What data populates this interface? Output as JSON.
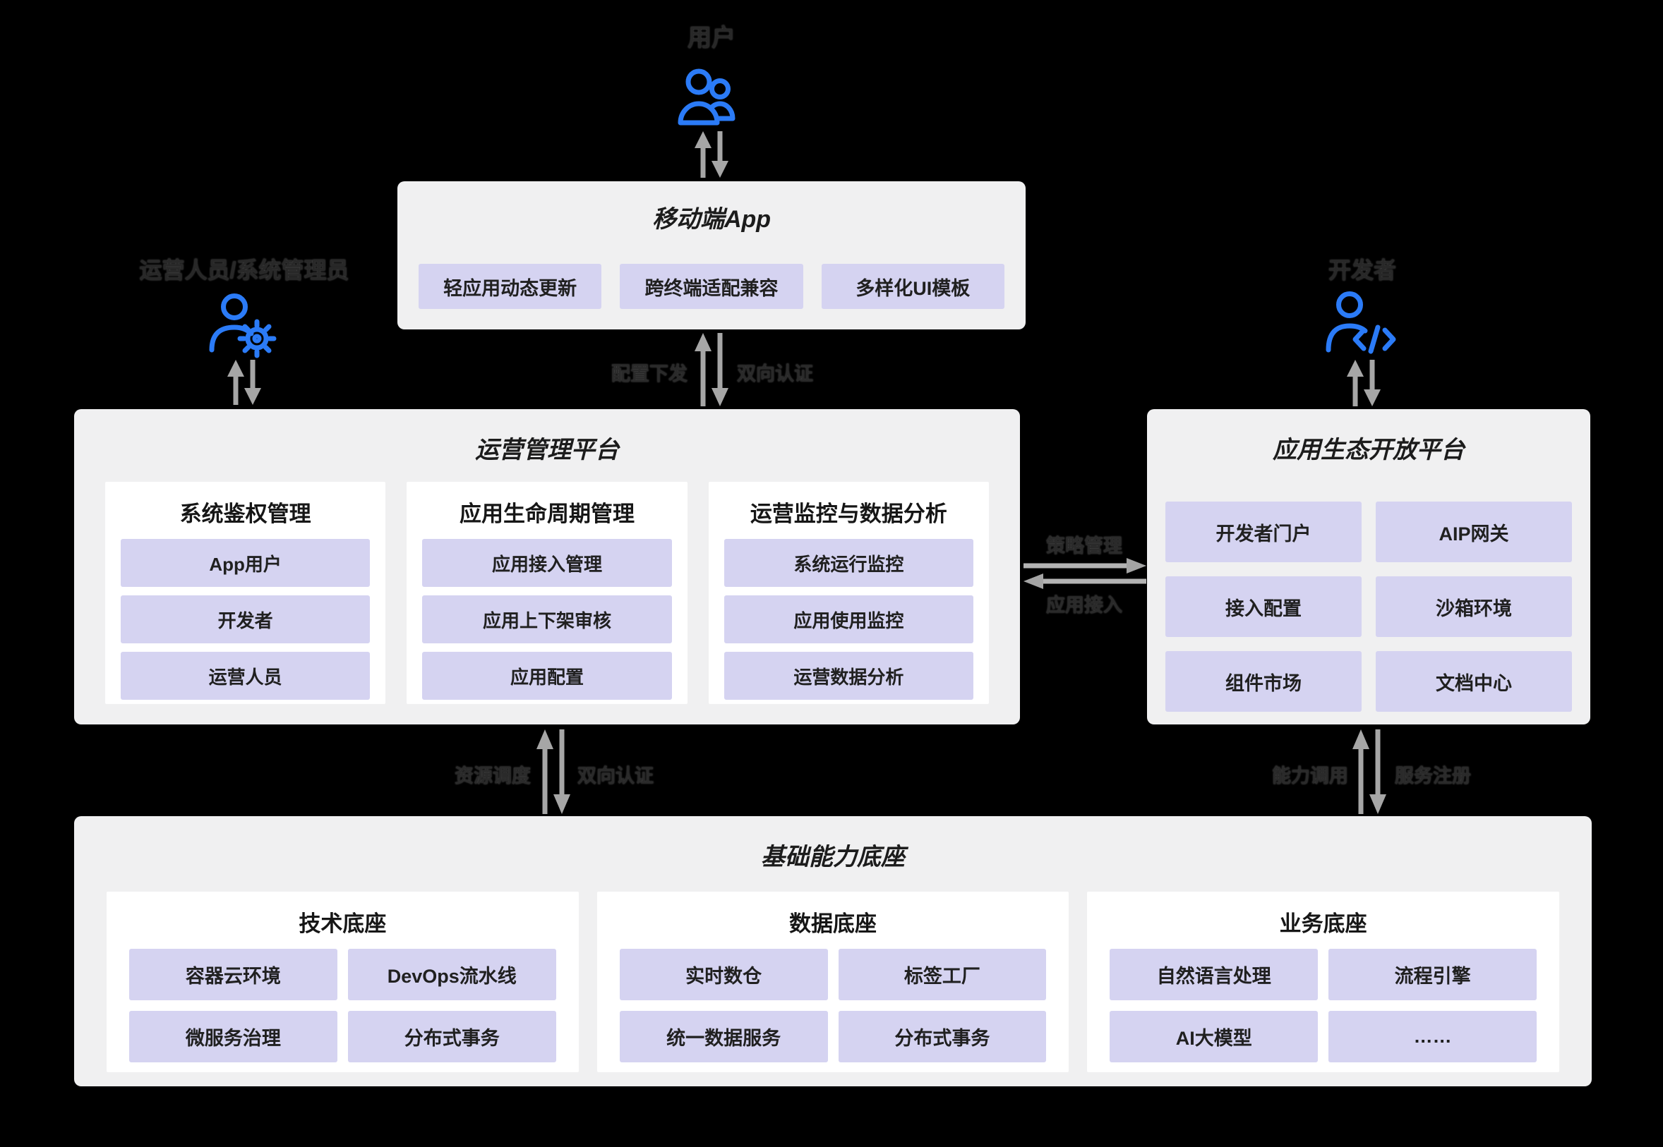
{
  "actors": {
    "user": {
      "label": "用户"
    },
    "admin": {
      "label": "运营人员/系统管理员"
    },
    "developer": {
      "label": "开发者"
    }
  },
  "mobile_app": {
    "title": "移动端App",
    "chips": [
      "轻应用动态更新",
      "跨终端适配兼容",
      "多样化UI模板"
    ]
  },
  "ops_platform": {
    "title": "运营管理平台",
    "cards": [
      {
        "title": "系统鉴权管理",
        "chips": [
          "App用户",
          "开发者",
          "运营人员"
        ]
      },
      {
        "title": "应用生命周期管理",
        "chips": [
          "应用接入管理",
          "应用上下架审核",
          "应用配置"
        ]
      },
      {
        "title": "运营监控与数据分析",
        "chips": [
          "系统运行监控",
          "应用使用监控",
          "运营数据分析"
        ]
      }
    ]
  },
  "eco_platform": {
    "title": "应用生态开放平台",
    "chips": [
      "开发者门户",
      "AIP网关",
      "接入配置",
      "沙箱环境",
      "组件市场",
      "文档中心"
    ]
  },
  "base_platform": {
    "title": "基础能力底座",
    "cards": [
      {
        "title": "技术底座",
        "chips": [
          "容器云环境",
          "DevOps流水线",
          "微服务治理",
          "分布式事务"
        ]
      },
      {
        "title": "数据底座",
        "chips": [
          "实时数仓",
          "标签工厂",
          "统一数据服务",
          "分布式事务"
        ]
      },
      {
        "title": "业务底座",
        "chips": [
          "自然语言处理",
          "流程引擎",
          "AI大模型",
          "……"
        ]
      }
    ]
  },
  "connectors": {
    "app_platform": {
      "left": "配置下发",
      "right": "双向认证"
    },
    "platform_base": {
      "left": "资源调度",
      "right": "双向认证"
    },
    "eco_base": {
      "left": "能力调用",
      "right": "服务注册"
    },
    "platform_eco": {
      "top": "策略管理",
      "bottom": "应用接入"
    }
  },
  "colors": {
    "background": "#000000",
    "panel": "#f0f0f1",
    "card": "#ffffff",
    "chip": "#d5d3f1",
    "accent_blue": "#2b7bf7",
    "arrow_gray": "#a6a6a6"
  }
}
